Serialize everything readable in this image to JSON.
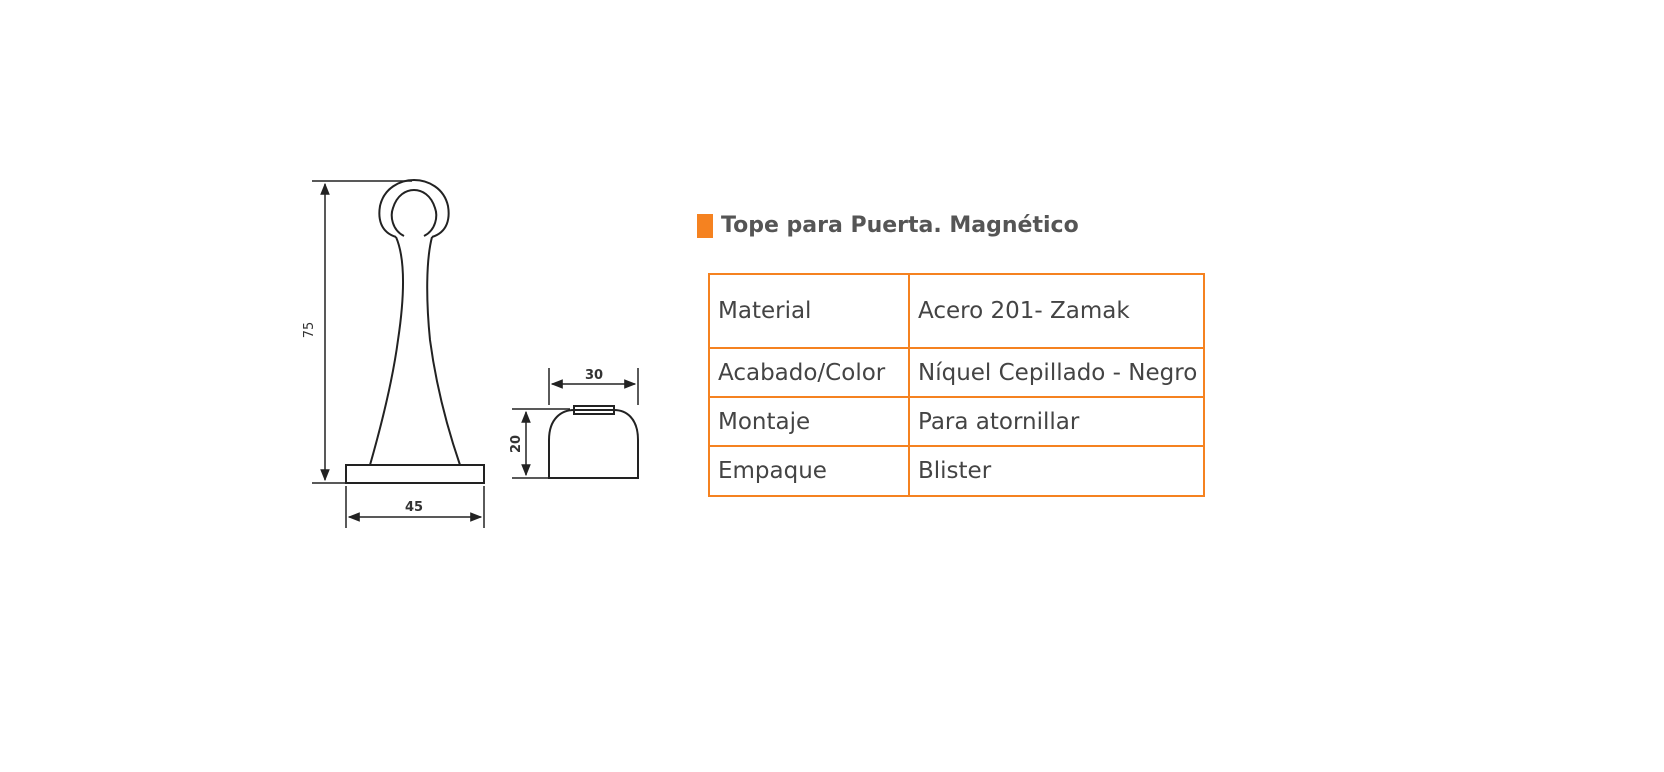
{
  "title": "Tope para Puerta. Magnético",
  "colors": {
    "accent": "#f58220",
    "text": "#444444",
    "line": "#222222"
  },
  "drawing": {
    "stopper": {
      "height_label": "75",
      "width_label": "45"
    },
    "receiver": {
      "width_label": "30",
      "height_label": "20"
    }
  },
  "specs": [
    {
      "label": "Material",
      "value": "Acero 201- Zamak"
    },
    {
      "label": "Acabado/Color",
      "value": "Níquel Cepillado - Negro"
    },
    {
      "label": "Montaje",
      "value": "Para atornillar"
    },
    {
      "label": "Empaque",
      "value": "Blister"
    }
  ]
}
